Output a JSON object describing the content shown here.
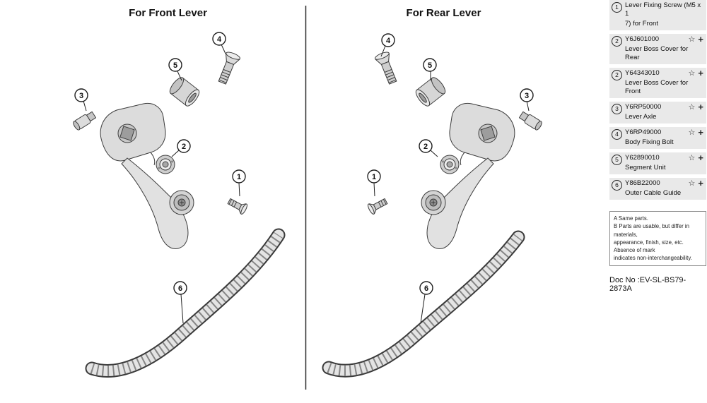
{
  "diagrams": {
    "front_title": "For Front Lever",
    "rear_title": "For Rear Lever",
    "callouts": [
      "1",
      "2",
      "3",
      "4",
      "5",
      "6"
    ]
  },
  "parts_list": [
    {
      "num": "1",
      "line1": "Lever Fixing Screw (M5 x 1",
      "line2": "7) for Front",
      "star": false,
      "plus": false
    },
    {
      "num": "2",
      "line1": "Y6J601000",
      "line2": "Lever Boss Cover for Rear",
      "star": true,
      "plus": true
    },
    {
      "num": "2",
      "line1": "Y64343010",
      "line2": "Lever Boss Cover for Front",
      "star": true,
      "plus": true
    },
    {
      "num": "3",
      "line1": "Y6RP50000",
      "line2": "Lever Axle",
      "star": true,
      "plus": true
    },
    {
      "num": "4",
      "line1": "Y6RP49000",
      "line2": "Body Fixing Bolt",
      "star": true,
      "plus": true
    },
    {
      "num": "5",
      "line1": "Y62890010",
      "line2": "Segment Unit",
      "star": true,
      "plus": true
    },
    {
      "num": "6",
      "line1": "Y86B22000",
      "line2": "Outer Cable Guide",
      "star": true,
      "plus": true
    }
  ],
  "icons": {
    "star": "☆",
    "plus": "+"
  },
  "note": {
    "line1": "A Same parts.",
    "line2": "B Parts are usable, but differ in materials,",
    "line3": "appearance, finish, size, etc. Absence of mark",
    "line4": "indicates non-interchangeability."
  },
  "doc_no": "Doc No :EV-SL-BS79-2873A",
  "colors": {
    "row_bg": "#e9e9e9",
    "diagram_stroke": "#3c3c3c"
  }
}
